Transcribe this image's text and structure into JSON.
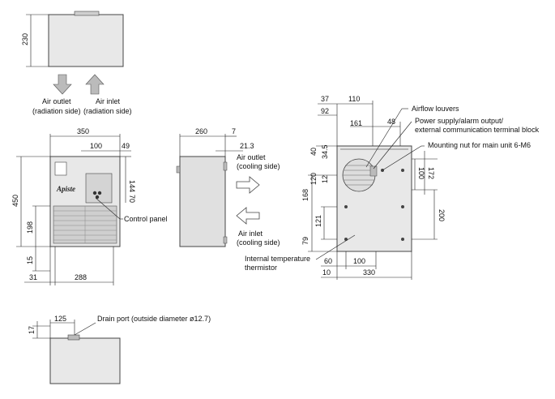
{
  "top_view": {
    "dim_height": "230",
    "air_outlet": [
      "Air outlet",
      "(radiation side)"
    ],
    "air_inlet": [
      "Air inlet",
      "(radiation side)"
    ]
  },
  "front_view": {
    "dim_width": "350",
    "dim_100": "100",
    "dim_49": "49",
    "dim_144": "144",
    "dim_70": "70",
    "dim_450": "450",
    "dim_198": "198",
    "dim_15": "15",
    "dim_31": "31",
    "dim_288": "288",
    "brand": "Apiste",
    "control_panel": "Control panel"
  },
  "side_view": {
    "dim_260": "260",
    "dim_7": "7",
    "dim_21_3": "21.3",
    "air_outlet": [
      "Air outlet",
      "(cooling side)"
    ],
    "air_inlet": [
      "Air inlet",
      "(cooling side)"
    ]
  },
  "rear_view": {
    "dim_37": "37",
    "dim_110": "110",
    "dim_92": "92",
    "dim_161": "161",
    "dim_48": "48",
    "dim_40": "40",
    "dim_34_5": "34.5",
    "dim_12": "12",
    "dim_120": "120",
    "dim_168": "168",
    "dim_121": "121",
    "dim_79": "79",
    "dim_100v": "100",
    "dim_172": "172",
    "dim_200": "200",
    "dim_60": "60",
    "dim_100h": "100",
    "dim_10": "10",
    "dim_330": "330",
    "airflow_louvers": "Airflow louvers",
    "power_supply": [
      "Power supply/alarm output/",
      "external communication terminal block"
    ],
    "mounting_nut": "Mounting nut for main unit 6-M6",
    "thermistor": [
      "Internal temperature",
      "thermistor"
    ]
  },
  "bottom_view": {
    "dim_125": "125",
    "dim_17": "17",
    "drain_port": "Drain port (outside diameter ø12.7)"
  },
  "colors": {
    "body": "#e8e8e8",
    "outline": "#444444",
    "arrow": "#bbbbbb"
  }
}
